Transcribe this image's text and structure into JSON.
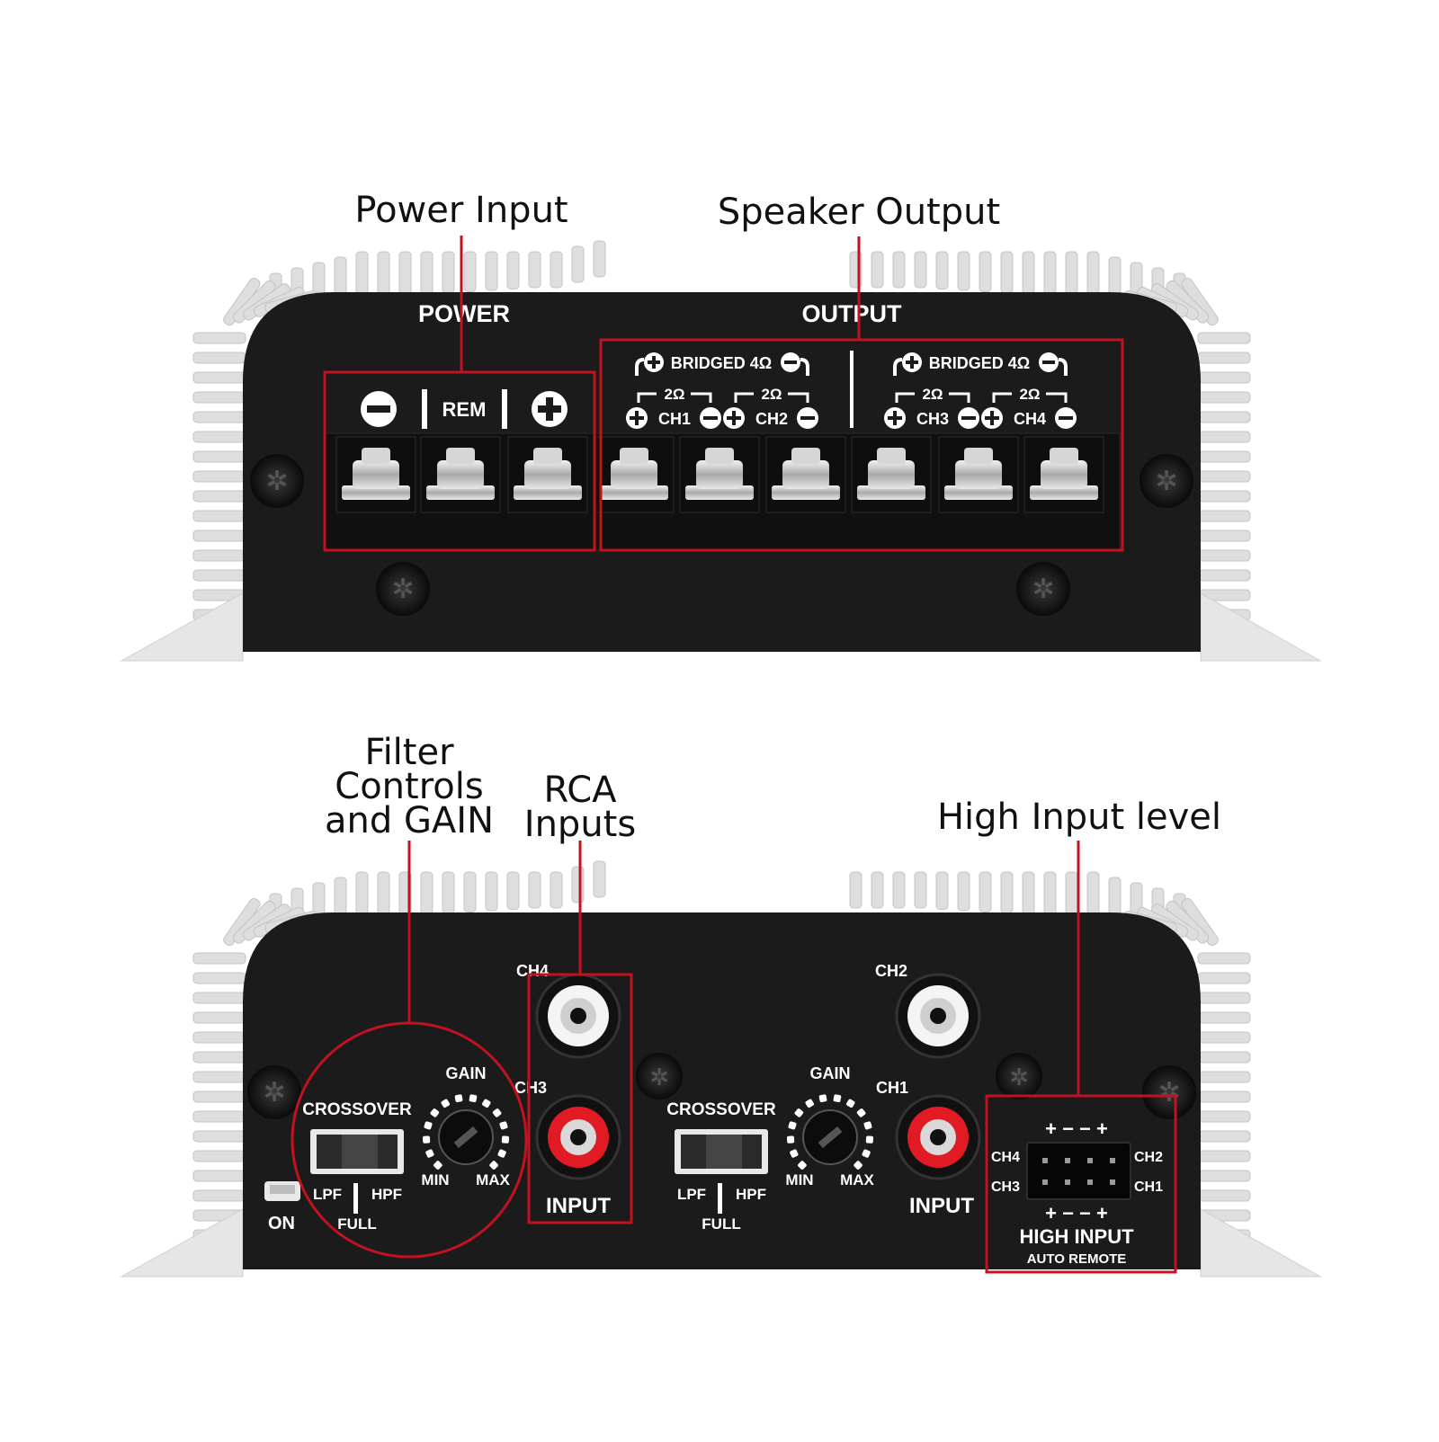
{
  "callouts": {
    "power_input": "Power Input",
    "speaker_output": "Speaker Output",
    "filter_controls": [
      "Filter",
      "Controls",
      "and GAIN"
    ],
    "rca_inputs": [
      "RCA",
      "Inputs"
    ],
    "high_input_level": "High Input level"
  },
  "top_panel": {
    "power_label": "POWER",
    "output_label": "OUTPUT",
    "rem_label": "REM",
    "bridged_label": "BRIDGED 4Ω",
    "ohm_label": "2Ω",
    "channels": [
      "CH1",
      "CH2",
      "CH3",
      "CH4"
    ]
  },
  "bottom_panel": {
    "ch4": "CH4",
    "ch3": "CH3",
    "ch2": "CH2",
    "ch1": "CH1",
    "input": "INPUT",
    "crossover": "CROSSOVER",
    "gain": "GAIN",
    "min": "MIN",
    "max": "MAX",
    "lpf": "LPF",
    "hpf": "HPF",
    "full": "FULL",
    "on": "ON",
    "hi_ch4": "CH4",
    "hi_ch3": "CH3",
    "hi_ch2": "CH2",
    "hi_ch1": "CH1",
    "polarity_top": "+ − − +",
    "polarity_bottom": "+ − − +",
    "high_input": "HIGH INPUT",
    "auto_remote": "AUTO REMOTE"
  },
  "colors": {
    "panel": "#1b1b1c",
    "heatsink": "#dcdcdc",
    "callout_line": "#c1121f",
    "rca_red": "#e01b24",
    "rca_white": "#f4f4f4"
  }
}
